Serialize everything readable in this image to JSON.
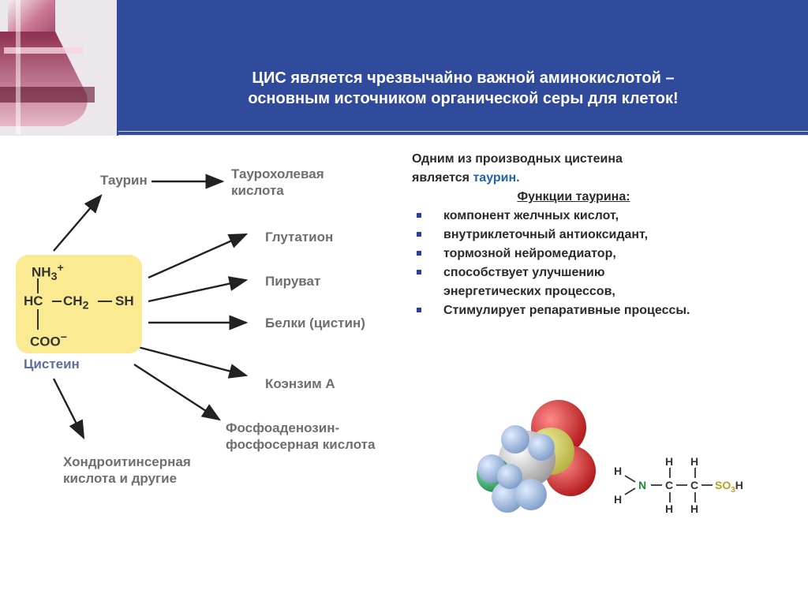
{
  "header": {
    "title_line1": "ЦИС является чрезвычайно важной аминокислотой –",
    "title_line2": "основным источником органической серы для клеток!"
  },
  "diagram": {
    "taurin": "Таурин",
    "taurocholic_line1": "Таурохолевая",
    "taurocholic_line2": "кислота",
    "glutathione": "Глутатион",
    "pyruvate": "Пируват",
    "proteins": "Белки (цистин)",
    "coenzyme": "Коэнзим А",
    "paps_line1": "Фосфоаденозин-",
    "paps_line2": "фосфосерная кислота",
    "chondroitin_line1": "Хондроитинсерная",
    "chondroitin_line2": "кислота и другие",
    "cysteine_name": "Цистеин",
    "formula": {
      "nh3": "NH",
      "nh3_sub": "3",
      "nh3_sup": "+",
      "hc": "HC",
      "ch2": "CH",
      "ch2_sub": "2",
      "sh": "SH",
      "coo": "COO",
      "coo_sup": "−"
    }
  },
  "right": {
    "intro_line1": "Одним из производных цистеина",
    "intro_line2_prefix": "является ",
    "intro_line2_highlight": "таурин.",
    "functions_heading": "Функции таурина:",
    "items": [
      "компонент желчных кислот,",
      "внутриклеточный антиоксидант,",
      "тормозной нейромедиатор,",
      "способствует улучшению",
      "энергетических процессов,",
      "Стимулирует репаративные процессы."
    ]
  },
  "taurine_formula": {
    "h": "H",
    "n": "N",
    "c": "C",
    "so3h_prefix": "SO",
    "so3h_sub": "3",
    "so3h_suffix": "H"
  },
  "colors": {
    "header_bg": "#304a9c",
    "cysteine_box": "#faeb92",
    "highlight": "#1f63a8",
    "bullet": "#2a3f9a",
    "label_gray": "#6e6e6e"
  }
}
